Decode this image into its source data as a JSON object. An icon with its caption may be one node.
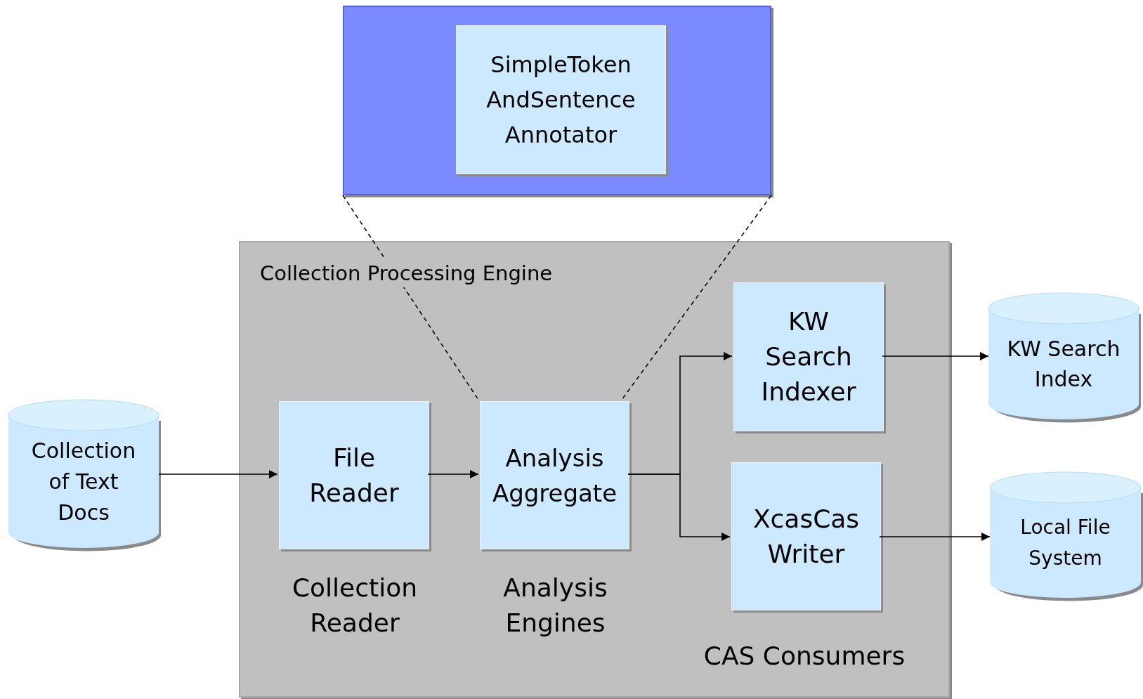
{
  "diagram": {
    "nodes": [
      {
        "text": [],
        "shape": "box"
      },
      {
        "text": [
          "SimpleToken AndSentence Annotator"
        ],
        "in": 0
      },
      {
        "text": [
          "Collection Processing Engine"
        ]
      },
      {
        "text": [
          "Collection of Text Docs"
        ]
      },
      {
        "text": [
          "File Reader"
        ],
        "in": 2,
        "beside": [
          "Collection Reader"
        ]
      },
      {
        "text": [
          "Analysis Aggregate"
        ],
        "in": 2,
        "beside": [
          "Analysis Engines"
        ]
      },
      {
        "text": [
          "KW Search Indexer"
        ],
        "in": 2
      },
      {
        "text": [
          "XcasCas Writer"
        ],
        "in": 2
      },
      {
        "text": [
          "KW Search Index"
        ]
      },
      {
        "text": [
          "Local File System"
        ]
      }
    ],
    "edges": [
      {
        "from": 0,
        "to": 5,
        "arrow": "none",
        "style": "dashed"
      },
      {
        "from": 0,
        "to": 5,
        "arrow": "none",
        "style": "dashed"
      },
      {
        "from": 3,
        "to": 4,
        "arrow": "to"
      },
      {
        "from": 4,
        "to": 5,
        "arrow": "to"
      },
      {
        "from": 5,
        "to": 6,
        "arrow": "to"
      },
      {
        "from": 5,
        "to": 7,
        "arrow": "to"
      },
      {
        "from": 6,
        "to": 8,
        "arrow": "to"
      },
      {
        "from": 7,
        "to": 9,
        "arrow": "to"
      }
    ],
    "labels": [
      "CAS Consumers"
    ]
  }
}
